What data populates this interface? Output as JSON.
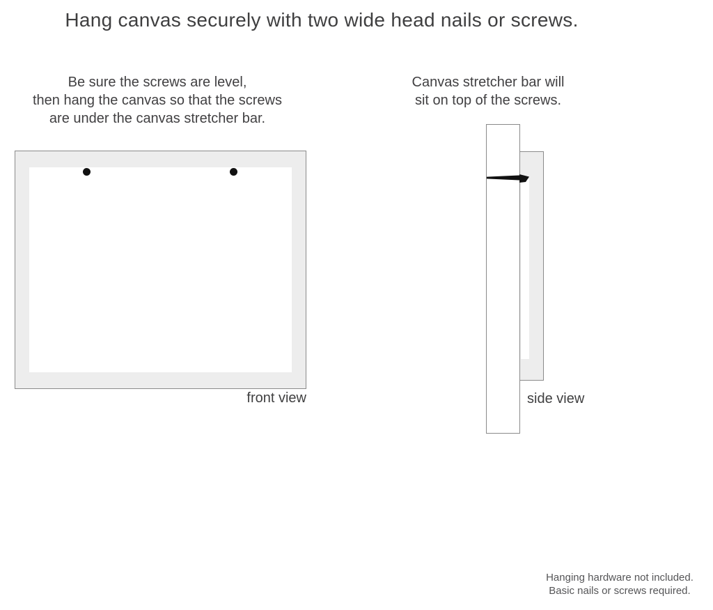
{
  "title": "Hang canvas securely with two wide head nails or screws.",
  "front_view": {
    "instruction_lines": [
      "Be sure the screws are level,",
      "then hang the canvas so that the screws",
      "are under the canvas stretcher bar."
    ],
    "label": "front view",
    "screw_count": 2
  },
  "side_view": {
    "instruction_lines": [
      "Canvas stretcher bar will",
      "sit on top of the screws."
    ],
    "label": "side view"
  },
  "footnote_lines": [
    "Hanging hardware not included.",
    "Basic nails or screws required."
  ],
  "icons": {
    "screw_dot": "screw-head-dot",
    "nail": "nail-side-profile"
  },
  "colors": {
    "background": "#ffffff",
    "canvas_frame_fill": "#ededed",
    "outline": "#8a8a8a",
    "text": "#414042",
    "footnote_text": "#555557",
    "nail": "#111111"
  }
}
